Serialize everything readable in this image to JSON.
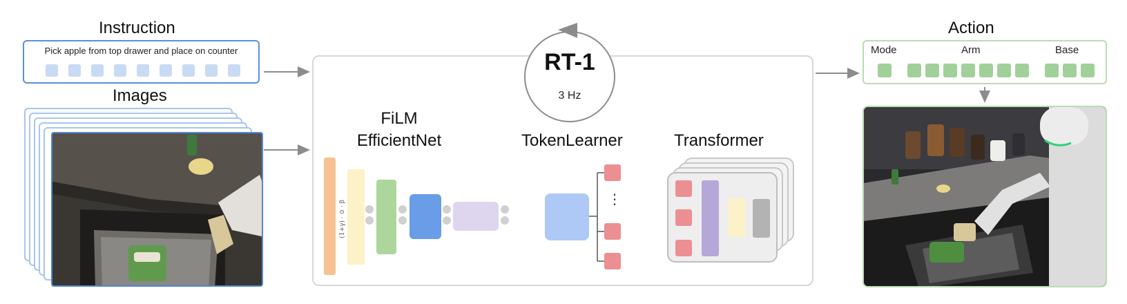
{
  "instruction": {
    "title": "Instruction",
    "text": "Pick apple from top drawer and place on counter"
  },
  "images": {
    "title": "Images"
  },
  "model": {
    "name": "RT-1",
    "rate": "3 Hz",
    "film_title_line1": "FiLM",
    "film_title_line2": "EfficientNet",
    "film_symbol": "(1+γ) · ⊙ · β",
    "tokenlearner_title": "TokenLearner",
    "ellipsis": "⋮",
    "transformer_title": "Transformer"
  },
  "action": {
    "title": "Action",
    "mode_label": "Mode",
    "arm_label": "Arm",
    "base_label": "Base"
  },
  "colors": {
    "instruction_border": "#5b8fd9",
    "token_blue": "#c9daf5",
    "action_border": "#b9dcb0",
    "token_green": "#9fd199",
    "token_red": "#ec8f93",
    "film_orange": "#f6c193",
    "film_yellow": "#fdf1c7",
    "film_green": "#acd69c",
    "film_blue": "#6a9de8",
    "film_lavender": "#ddd6ee",
    "tokenlearner_blue": "#aec9f6",
    "transformer_purple": "#b6a7db",
    "transformer_yellow": "#fdf1c7",
    "transformer_gray": "#b3b3b3"
  }
}
